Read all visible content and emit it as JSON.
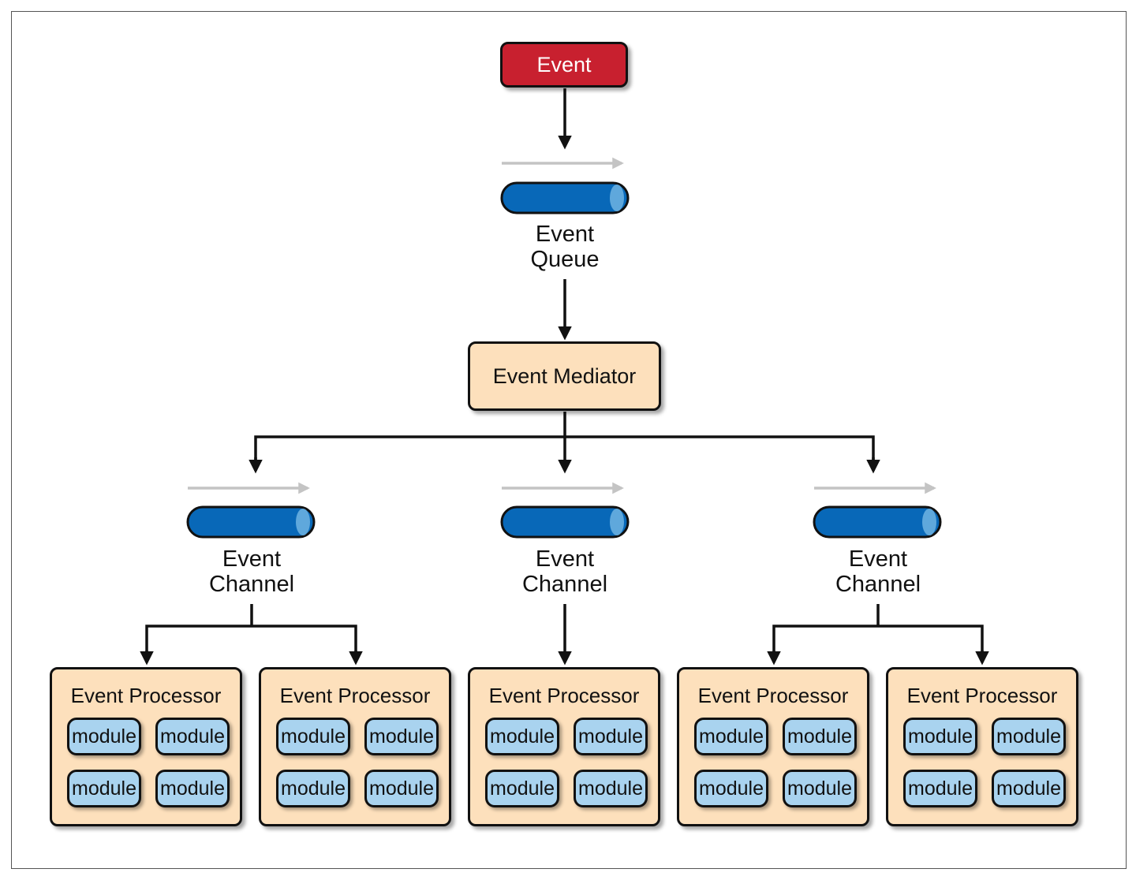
{
  "event": {
    "label": "Event"
  },
  "event_queue": {
    "line1": "Event",
    "line2": "Queue"
  },
  "mediator": {
    "label": "Event Mediator"
  },
  "channels": [
    {
      "line1": "Event",
      "line2": "Channel"
    },
    {
      "line1": "Event",
      "line2": "Channel"
    },
    {
      "line1": "Event",
      "line2": "Channel"
    }
  ],
  "processors": [
    {
      "title": "Event Processor",
      "modules": [
        "module",
        "module",
        "module",
        "module"
      ]
    },
    {
      "title": "Event Processor",
      "modules": [
        "module",
        "module",
        "module",
        "module"
      ]
    },
    {
      "title": "Event Processor",
      "modules": [
        "module",
        "module",
        "module",
        "module"
      ]
    },
    {
      "title": "Event Processor",
      "modules": [
        "module",
        "module",
        "module",
        "module"
      ]
    },
    {
      "title": "Event Processor",
      "modules": [
        "module",
        "module",
        "module",
        "module"
      ]
    }
  ],
  "colors": {
    "event_fill": "#c8202f",
    "box_fill": "#fde0bc",
    "module_fill": "#a9d3ef",
    "pipe_fill": "#0868b8",
    "pipe_end": "#5fa8dc",
    "flow_arrow": "#c4c4c4"
  }
}
